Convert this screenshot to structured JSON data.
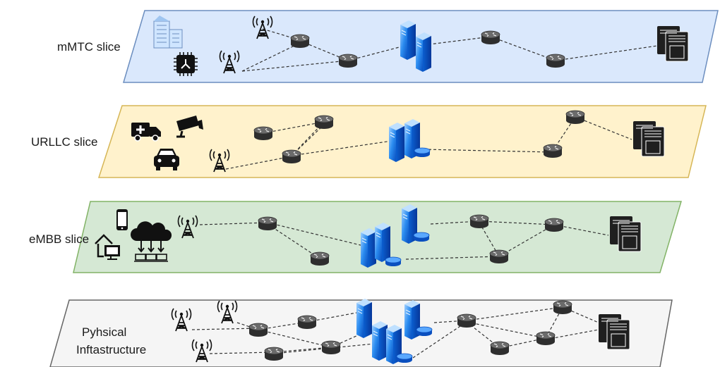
{
  "layers": [
    {
      "id": "mmtc",
      "label_lines": [
        "mMTC slice"
      ],
      "fill": "#dae8fc",
      "stroke": "#6c8ebf"
    },
    {
      "id": "urllc",
      "label_lines": [
        "URLLC slice"
      ],
      "fill": "#fff2cc",
      "stroke": "#d6b656"
    },
    {
      "id": "embb",
      "label_lines": [
        "eMBB slice"
      ],
      "fill": "#d5e8d4",
      "stroke": "#82b366"
    },
    {
      "id": "phys",
      "label_lines": [
        "Pyhsical",
        "Inftastructure"
      ],
      "fill": "#f5f5f5",
      "stroke": "#666666"
    }
  ],
  "colors": {
    "router": "#3a3a3a",
    "server_blue": "#1e90ff",
    "datacenter": "#1f1f1f",
    "link": "#333333"
  }
}
